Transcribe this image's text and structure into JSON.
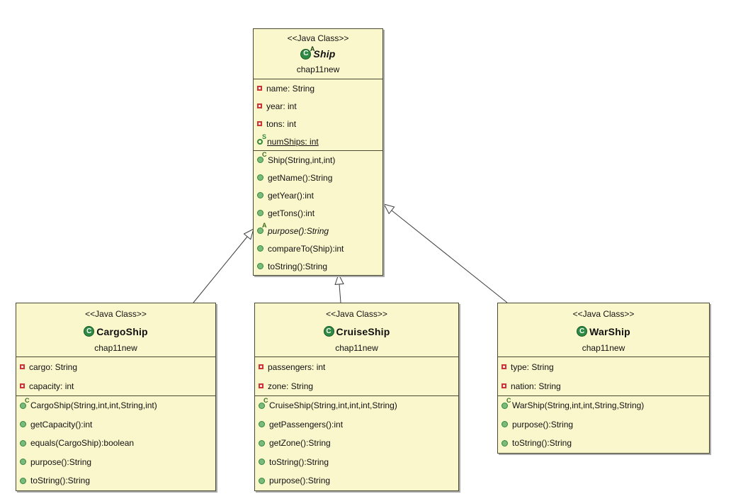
{
  "diagram": {
    "type": "uml-class-diagram",
    "background": "#ffffff",
    "box_fill": "#FBF7CD",
    "box_border": "#4a4a33",
    "accent_green": "#2e8b45",
    "accent_red": "#ce3434"
  },
  "icons": {
    "class_letter": "C",
    "abstract_marker": "A",
    "static_marker": "S",
    "constructor_marker": "C"
  },
  "classes": {
    "ship": {
      "stereotype": "<<Java Class>>",
      "name": "Ship",
      "package": "chap11new",
      "attributes": [
        {
          "text": "name: String",
          "visibility": "private"
        },
        {
          "text": "year: int",
          "visibility": "private"
        },
        {
          "text": "tons: int",
          "visibility": "private"
        },
        {
          "text": "numShips: int",
          "visibility": "static",
          "underlined": true
        }
      ],
      "methods": [
        {
          "text": "Ship(String,int,int)",
          "kind": "constructor"
        },
        {
          "text": "getName():String",
          "kind": "public"
        },
        {
          "text": "getYear():int",
          "kind": "public"
        },
        {
          "text": "getTons():int",
          "kind": "public"
        },
        {
          "text": "purpose():String",
          "kind": "abstract",
          "italic": true
        },
        {
          "text": "compareTo(Ship):int",
          "kind": "public"
        },
        {
          "text": "toString():String",
          "kind": "public"
        }
      ]
    },
    "cargoship": {
      "stereotype": "<<Java Class>>",
      "name": "CargoShip",
      "package": "chap11new",
      "attributes": [
        {
          "text": "cargo: String",
          "visibility": "private"
        },
        {
          "text": "capacity: int",
          "visibility": "private"
        }
      ],
      "methods": [
        {
          "text": "CargoShip(String,int,int,String,int)",
          "kind": "constructor"
        },
        {
          "text": "getCapacity():int",
          "kind": "public"
        },
        {
          "text": "equals(CargoShip):boolean",
          "kind": "public"
        },
        {
          "text": "purpose():String",
          "kind": "public"
        },
        {
          "text": "toString():String",
          "kind": "public"
        }
      ]
    },
    "cruiseship": {
      "stereotype": "<<Java Class>>",
      "name": "CruiseShip",
      "package": "chap11new",
      "attributes": [
        {
          "text": "passengers: int",
          "visibility": "private"
        },
        {
          "text": "zone: String",
          "visibility": "private"
        }
      ],
      "methods": [
        {
          "text": "CruiseShip(String,int,int,int,String)",
          "kind": "constructor"
        },
        {
          "text": "getPassengers():int",
          "kind": "public"
        },
        {
          "text": "getZone():String",
          "kind": "public"
        },
        {
          "text": "toString():String",
          "kind": "public"
        },
        {
          "text": "purpose():String",
          "kind": "public"
        }
      ]
    },
    "warship": {
      "stereotype": "<<Java Class>>",
      "name": "WarShip",
      "package": "chap11new",
      "attributes": [
        {
          "text": "type: String",
          "visibility": "private"
        },
        {
          "text": "nation: String",
          "visibility": "private"
        }
      ],
      "methods": [
        {
          "text": "WarShip(String,int,int,String,String)",
          "kind": "constructor"
        },
        {
          "text": "purpose():String",
          "kind": "public"
        },
        {
          "text": "toString():String",
          "kind": "public"
        }
      ]
    }
  },
  "relationships": [
    {
      "from": "CargoShip",
      "to": "Ship",
      "type": "generalization"
    },
    {
      "from": "CruiseShip",
      "to": "Ship",
      "type": "generalization"
    },
    {
      "from": "WarShip",
      "to": "Ship",
      "type": "generalization"
    }
  ]
}
